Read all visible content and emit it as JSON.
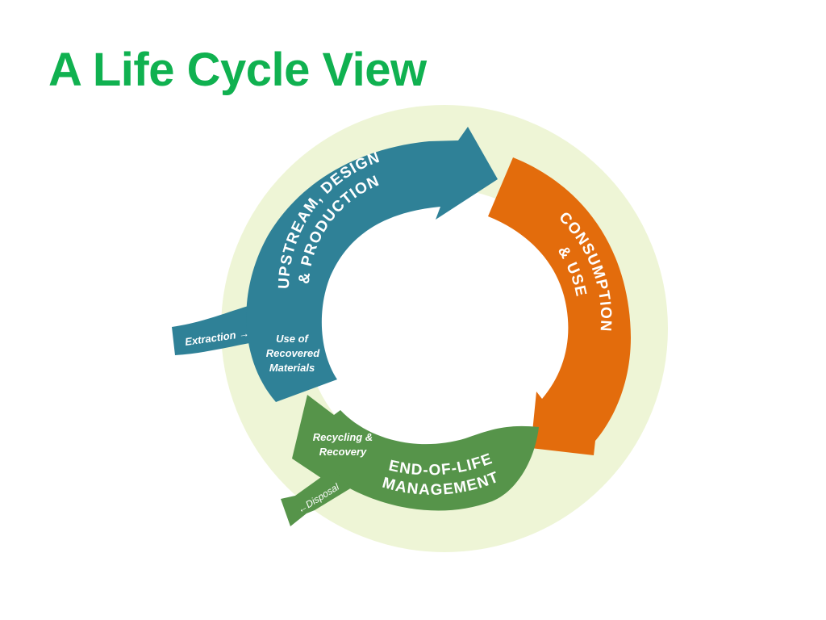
{
  "slide": {
    "title": "A Life Cycle View",
    "title_color": "#10b150"
  },
  "diagram": {
    "ring_color": "#eef5d6",
    "stages": [
      {
        "id": "upstream",
        "color": "#2f8197",
        "label_line1": "UPSTREAM, DESIGN",
        "label_line2": "& PRODUCTION"
      },
      {
        "id": "consumption",
        "color": "#e36c0c",
        "label_line1": "CONSUMPTION",
        "label_line2": "& USE"
      },
      {
        "id": "end_of_life",
        "color": "#56944a",
        "label_line1": "END-OF-LIFE",
        "label_line2": "MANAGEMENT"
      }
    ],
    "flows": {
      "extraction": "Extraction →",
      "use_of_recovered": [
        "Use of",
        "Recovered",
        "Materials"
      ],
      "recycling": [
        "Recycling &",
        "Recovery"
      ],
      "disposal": "←Disposal"
    }
  }
}
